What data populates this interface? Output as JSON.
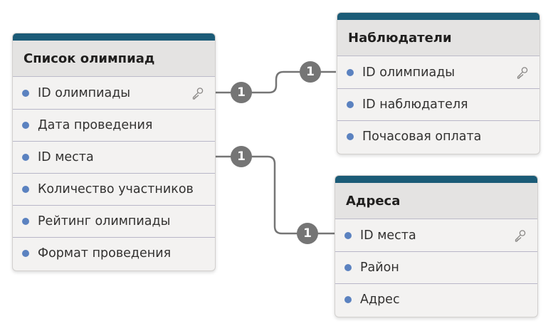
{
  "tables": {
    "olympiads": {
      "title": "Список олимпиад",
      "fields": [
        "ID олимпиады",
        "Дата проведения",
        "ID места",
        "Количество участников",
        "Рейтинг олимпиады",
        "Формат проведения"
      ]
    },
    "observers": {
      "title": "Наблюдатели",
      "fields": [
        "ID олимпиады",
        "ID наблюдателя",
        "Почасовая оплата"
      ]
    },
    "addresses": {
      "title": "Адреса",
      "fields": [
        "ID места",
        "Район",
        "Адрес"
      ]
    }
  },
  "relationships": {
    "olympiad_to_observers": {
      "from_cardinality": "1",
      "to_cardinality": "1"
    },
    "place_to_addresses": {
      "from_cardinality": "1",
      "to_cardinality": "1"
    }
  },
  "colors": {
    "header_bar": "#1b5b77",
    "field_dot": "#5b82c0",
    "connector": "#757575"
  },
  "icons": {
    "primary_key": "key-icon"
  }
}
